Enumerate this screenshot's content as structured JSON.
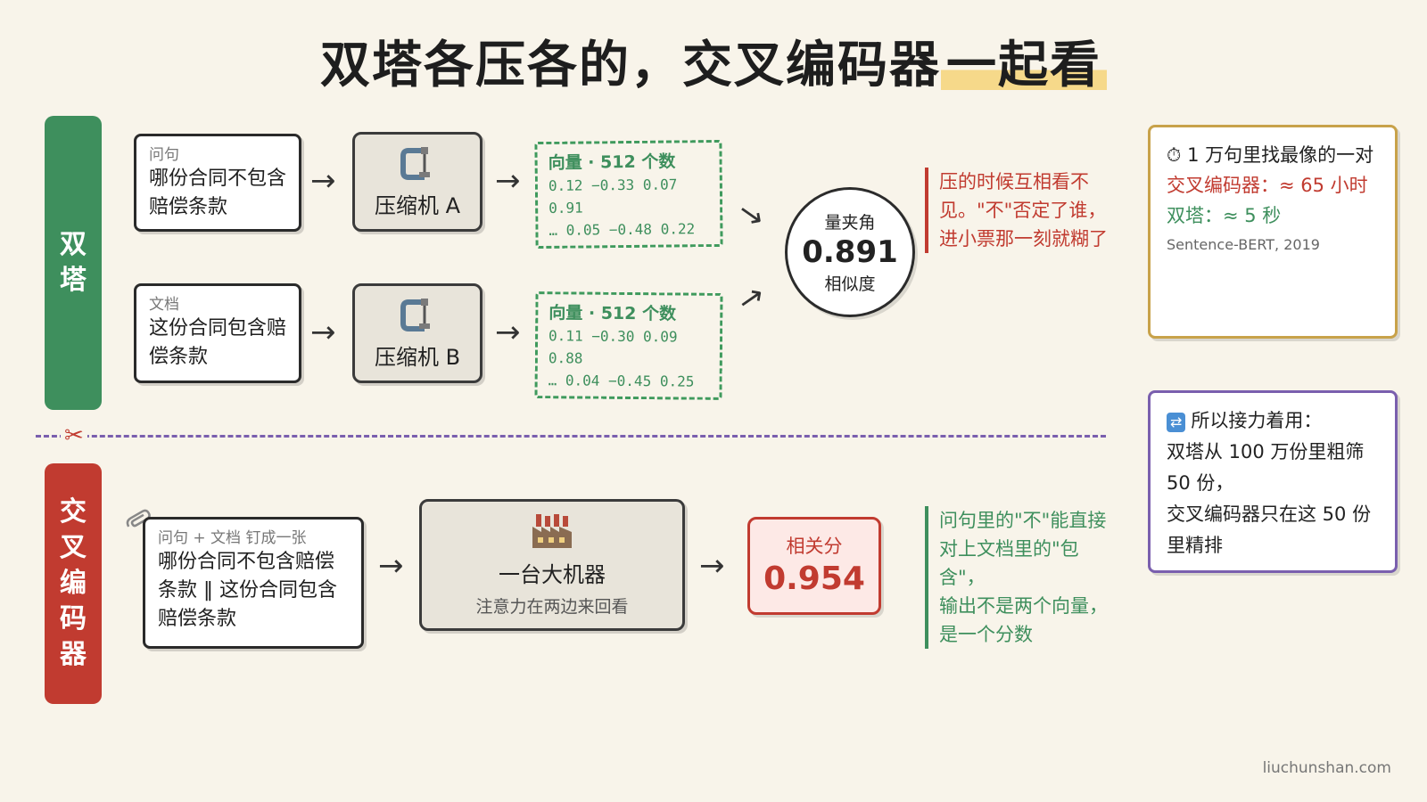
{
  "title": {
    "main": "双塔各压各的，交叉编码器",
    "highlight": "一起看"
  },
  "labels": {
    "twin": "双塔",
    "cross": "交叉编码器"
  },
  "twin": {
    "query": {
      "caption": "问句",
      "text": "哪份合同不包含赔偿条款"
    },
    "doc": {
      "caption": "文档",
      "text": "这份合同包含赔偿条款"
    },
    "compressor_a": "压缩机 A",
    "compressor_b": "压缩机 B",
    "vector_a": {
      "title": "向量 · 512 个数",
      "line1": "0.12 −0.33 0.07",
      "line2": "0.91",
      "line3": "… 0.05 −0.48 0.22"
    },
    "vector_b": {
      "title": "向量 · 512 个数",
      "line1": "0.11 −0.30 0.09",
      "line2": "0.88",
      "line3": "… 0.04 −0.45 0.25"
    },
    "similarity": {
      "top": "量夹角",
      "value": "0.891",
      "bottom": "相似度"
    },
    "note": "压的时候互相看不见。\"不\"否定了谁，进小票那一刻就糊了"
  },
  "cross": {
    "input": {
      "caption": "问句 + 文档 钉成一张",
      "text": "哪份合同不包含赔偿条款 ‖ 这份合同包含赔偿条款"
    },
    "machine": {
      "title": "一台大机器",
      "subtitle": "注意力在两边来回看"
    },
    "score": {
      "label": "相关分",
      "value": "0.954"
    },
    "note1": "问句里的\"不\"能直接对上文档里的\"包含\"，",
    "note2": "输出不是两个向量，是一个分数"
  },
  "card_time": {
    "line1": "1 万句里找最像的一对",
    "line2": "交叉编码器：≈ 65 小时",
    "line3": "双塔：≈ 5 秒",
    "source": "Sentence-BERT, 2019"
  },
  "card_relay": {
    "line1": "所以接力着用：",
    "line2": "双塔从 100 万份里粗筛 50 份，",
    "line3": "交叉编码器只在这 50 份里精排"
  },
  "footer": "liuchunshan.com",
  "icons": {
    "clamp": "clamp-icon",
    "factory": "factory-icon",
    "stopwatch": "stopwatch-icon",
    "repeat": "repeat-icon",
    "scissors": "scissors-icon",
    "paperclip": "paperclip-icon"
  },
  "colors": {
    "green": "#3e8f5d",
    "red": "#c13b30",
    "purple": "#7a5fae",
    "gold": "#c8a24a"
  }
}
